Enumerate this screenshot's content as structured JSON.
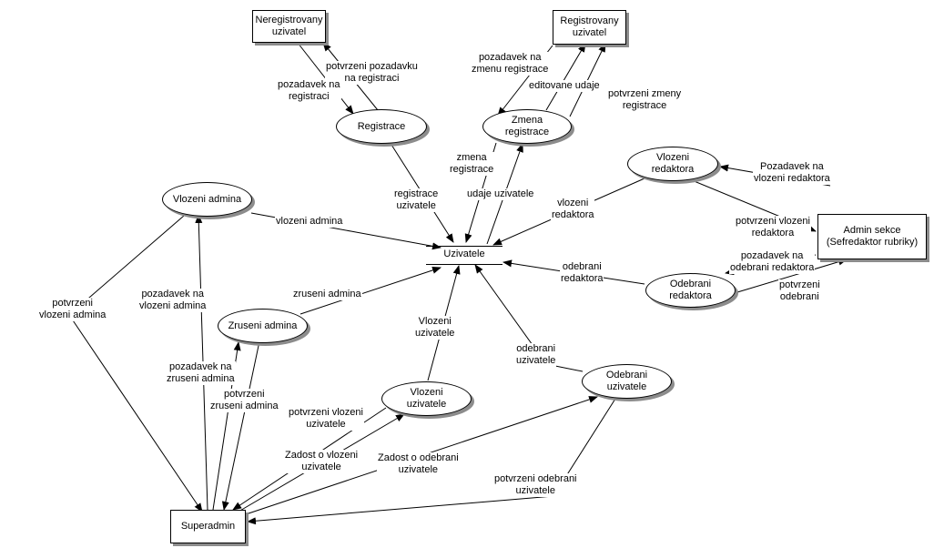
{
  "nodes": {
    "neregistrovany": "Neregistrovany\nuzivatel",
    "registrovany": "Registrovany\nuzivatel",
    "admin_sekce": "Admin sekce\n(Sefredaktor rubriky)",
    "superadmin": "Superadmin",
    "registrace": "Registrace",
    "zmena_registrace": "Zmena\nregistrace",
    "vlozeni_redaktora": "Vlozeni\nredaktora",
    "vlozeni_admina": "Vlozeni admina",
    "zruseni_admina": "Zruseni admina",
    "vlozeni_uzivatele": "Vlozeni\nuzivatele",
    "odebrani_redaktora": "Odebrani\nredaktora",
    "odebrani_uzivatele": "Odebrani\nuzivatele",
    "uzivatele": "Uzivatele"
  },
  "flows": {
    "potvrzeni_pozadavku_registrace": "potvrzeni pozadavku\nna registraci",
    "pozadavek_registraci": "pozadavek na\nregistraci",
    "pozadavek_zmenu_registrace": "pozadavek na\nzmenu registrace",
    "editovane_udaje": "editovane udaje",
    "potvrzeni_zmeny_registrace": "potvrzeni zmeny\nregistrace",
    "zmena_registrace": "zmena\nregistrace",
    "registrace_uzivatele": "registrace\nuzivatele",
    "udaje_uzivatele": "udaje uzivatele",
    "pozadavek_vlozeni_redaktora": "Pozadavek na\nvlozeni redaktora",
    "vlozeni_redaktora_flow": "vlozeni\nredaktora",
    "potvrzeni_vlozeni_redaktora": "potvrzeni vlozeni\nredaktora",
    "pozadavek_odebrani_redaktora": "pozadavek na\nodebrani redaktora",
    "odebrani_redaktora_flow": "odebrani\nredaktora",
    "potvrzeni_odebrani": "potvrzeni\nodebrani",
    "vlozeni_admina_flow": "vlozeni admina",
    "potvrzeni_vlozeni_admina": "potvrzeni\nvlozeni admina",
    "pozadavek_vlozeni_admina": "pozadavek na\nvlozeni admina",
    "zruseni_admina_flow": "zruseni admina",
    "pozadavek_zruseni_admina": "pozadavek na\nzruseni admina",
    "potvrzeni_zruseni_admina": "potvrzeni\nzruseni admina",
    "vlozeni_uzivatele_flow": "Vlozeni\nuzivatele",
    "odebrani_uzivatele_flow": "odebrani\nuzivatele",
    "potvrzeni_vlozeni_uzivatele": "potvrzeni vlozeni\nuzivatele",
    "zadost_vlozeni_uzivatele": "Zadost o vlozeni\nuzivatele",
    "zadost_odebrani_uzivatele": "Zadost o odebrani\nuzivatele",
    "potvrzeni_odebrani_uzivatele": "potvrzeni odebrani\nuzivatele"
  }
}
